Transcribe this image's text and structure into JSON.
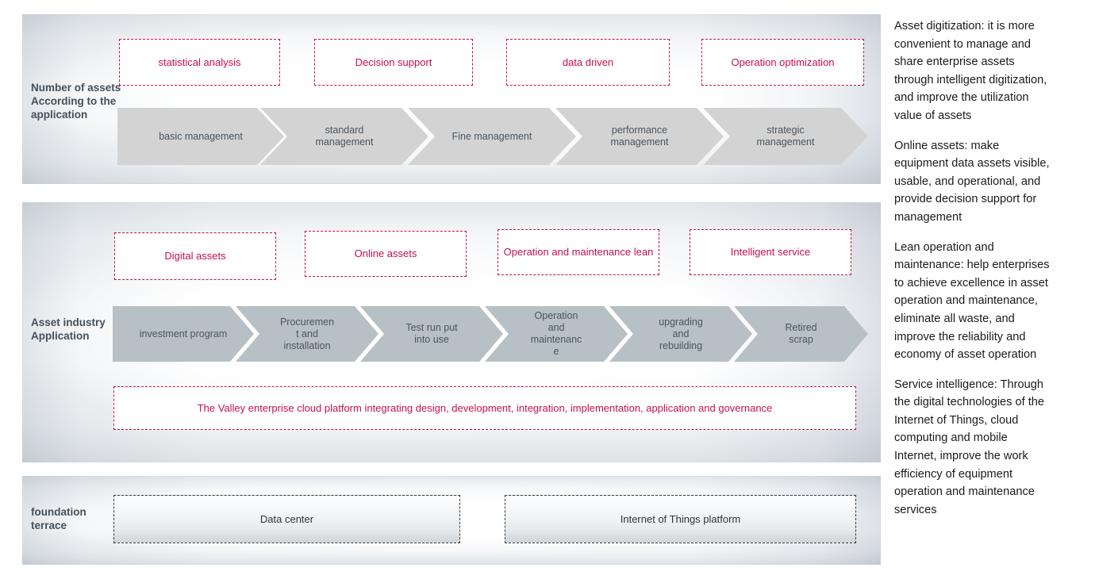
{
  "rows": [
    {
      "id": "asset-number-application",
      "label": "Number of assets\nAccording to the\napplication",
      "callouts": [
        {
          "label": "statistical analysis"
        },
        {
          "label": "Decision support"
        },
        {
          "label": "data driven"
        },
        {
          "label": "Operation optimization"
        }
      ],
      "stages": [
        {
          "label": "basic management"
        },
        {
          "label": "standard\nmanagement"
        },
        {
          "label": "Fine management"
        },
        {
          "label": "performance\nmanagement"
        },
        {
          "label": "strategic\nmanagement"
        }
      ]
    },
    {
      "id": "asset-industry-application",
      "label": "Asset industry\nApplication",
      "callouts": [
        {
          "label": "Digital assets"
        },
        {
          "label": "Online assets"
        },
        {
          "label": "Operation and maintenance lean"
        },
        {
          "label": "Intelligent service"
        }
      ],
      "stages": [
        {
          "label": "investment program"
        },
        {
          "label": "Procuremen\nt and\ninstallation"
        },
        {
          "label": "Test run put\ninto use"
        },
        {
          "label": "Operation\nand\nmaintenanc\ne"
        },
        {
          "label": "upgrading\nand\nrebuilding"
        },
        {
          "label": "Retired\nscrap"
        }
      ],
      "platform_banner": "The Valley enterprise cloud platform integrating design, development, integration, implementation, application and governance"
    },
    {
      "id": "foundation-terrace",
      "label": "foundation\nterrace",
      "boxes": [
        {
          "label": "Data center"
        },
        {
          "label": "Internet of Things platform"
        }
      ]
    }
  ],
  "notes": [
    "Asset digitization: it is more convenient to manage and share enterprise assets through intelligent digitization, and improve the utilization value of assets",
    "Online assets: make equipment data assets visible, usable, and operational, and provide decision support for management",
    "Lean operation and maintenance: help enterprises to achieve excellence in asset operation and maintenance, eliminate all waste, and improve the reliability and economy of asset operation",
    "Service intelligence: Through the digital technologies of the Internet of Things, cloud computing and mobile Internet, improve the work efficiency of equipment operation and maintenance services"
  ],
  "colors": {
    "accent_red": "#c8104a",
    "row1_arrow": "#d3d3d3",
    "row2_arrow": "#b7c0c5",
    "label_text": "#44505a",
    "panel_edge": "#dfe3e7"
  }
}
